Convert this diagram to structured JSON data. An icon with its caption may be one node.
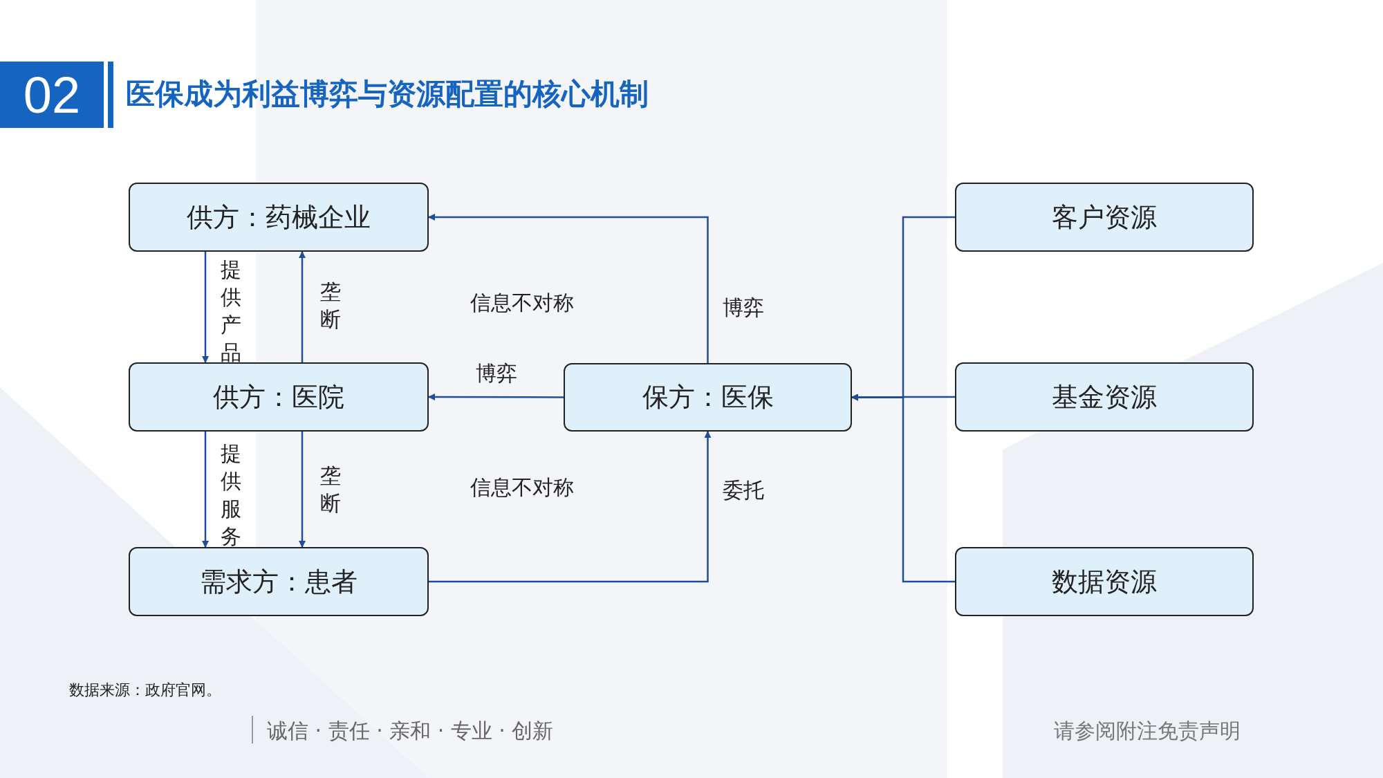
{
  "diagram": {
    "title": "医保成为利益博弈与资源配置的核心机制",
    "nodes": [
      {
        "text": [
          "供方：药械企业"
        ]
      },
      {
        "text": [
          "供方：医院"
        ]
      },
      {
        "text": [
          "需求方：患者"
        ]
      },
      {
        "text": [
          "保方：医保"
        ]
      },
      {
        "text": [
          "客户资源"
        ]
      },
      {
        "text": [
          "基金资源"
        ]
      },
      {
        "text": [
          "数据资源"
        ]
      }
    ],
    "edges": [
      {
        "from": 3,
        "to": 0,
        "arrow": "to",
        "label": "博弈"
      },
      {
        "from": 3,
        "to": 1,
        "arrow": "to",
        "label": "博弈"
      },
      {
        "from": 2,
        "to": 3,
        "arrow": "to",
        "label": "委托"
      },
      {
        "from": 0,
        "to": 1,
        "arrow": "to",
        "label": "提供产品"
      },
      {
        "from": 1,
        "to": 0,
        "arrow": "to",
        "label": "垄断"
      },
      {
        "from": 1,
        "to": 2,
        "arrow": "to",
        "label": "提供服务"
      },
      {
        "from": 1,
        "to": 2,
        "arrow": "to",
        "label": "垄断"
      },
      {
        "from": 4,
        "to": 3,
        "arrow": "to"
      },
      {
        "from": 5,
        "to": 3,
        "arrow": "to"
      },
      {
        "from": 6,
        "to": 3,
        "arrow": "to"
      }
    ],
    "labels": [
      "02",
      "信息不对称",
      "信息不对称",
      "数据来源：政府官网。",
      "诚信 · 责任 · 亲和 · 专业 · 创新",
      "请参阅附注免责声明"
    ]
  }
}
